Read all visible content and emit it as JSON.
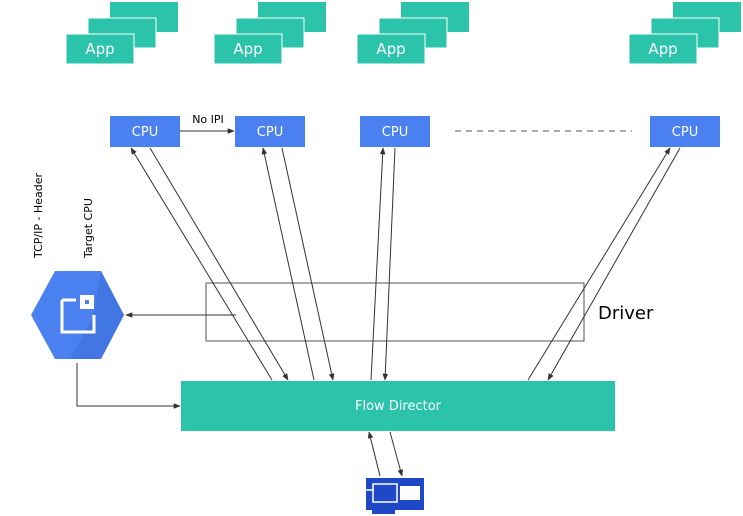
{
  "apps": [
    {
      "label": "App"
    },
    {
      "label": "App"
    },
    {
      "label": "App"
    },
    {
      "label": "App"
    }
  ],
  "cpus": [
    {
      "label": "CPU"
    },
    {
      "label": "CPU"
    },
    {
      "label": "CPU"
    },
    {
      "label": "CPU"
    }
  ],
  "labels": {
    "no_ipi": "No IPI",
    "tcp_ip_header": "TCP/IP - Header",
    "target_cpu": "Target CPU",
    "driver": "Driver",
    "flow_director": "Flow Director"
  },
  "colors": {
    "app": "#2bc4ab",
    "cpu": "#4a80f0",
    "flow_director": "#2bc4ab",
    "hexagon": "#4a80f0",
    "nic": "#1e48c8"
  },
  "icons": {
    "hexagon": "compute-engine-icon",
    "nic": "network-card-icon"
  }
}
